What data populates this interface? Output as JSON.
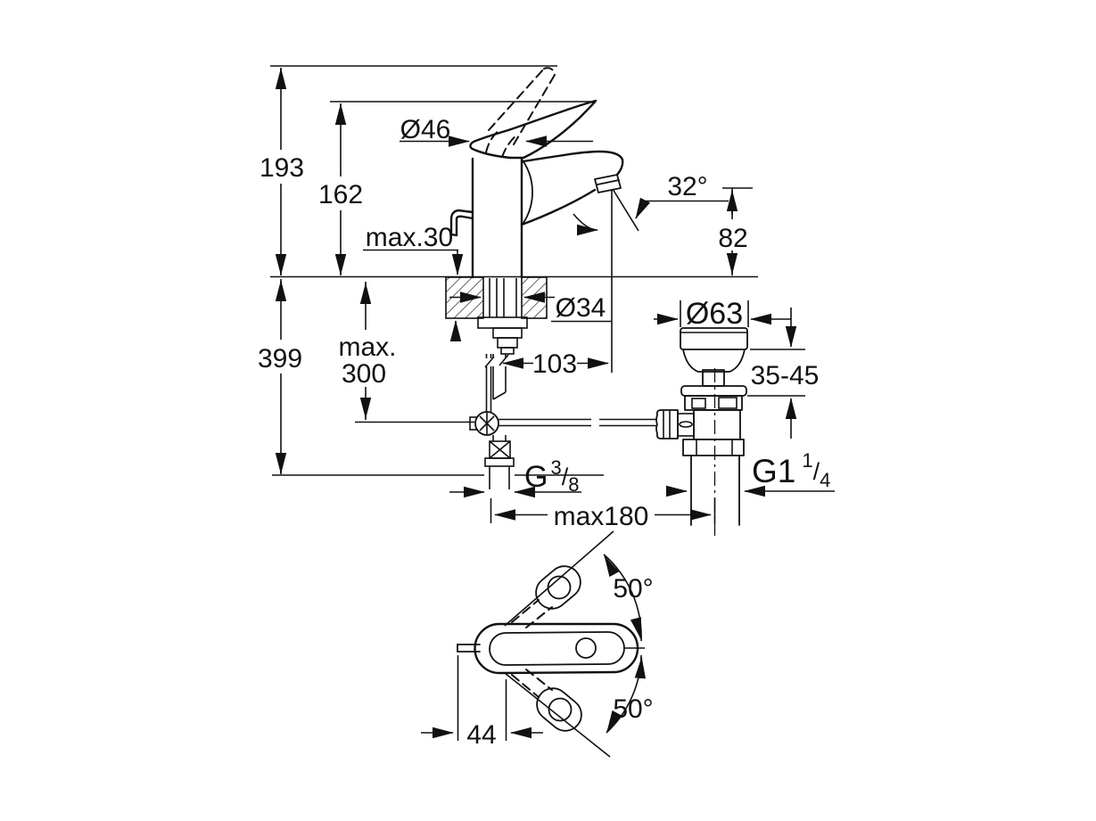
{
  "drawing_type": "faucet-installation-dimensional-drawing",
  "colors": {
    "line": "#111111",
    "background": "#ffffff"
  },
  "labels": {
    "height_overall": "193",
    "height_to_spout": "162",
    "body_diameter": "Ø46",
    "deck_thickness": "max.30",
    "stream_angle": "32°",
    "outlet_height": "82",
    "hole_diameter": "Ø34",
    "spout_reach": "103",
    "below_deck_total": "399",
    "rod_length_line1": "max.",
    "rod_length_line2": "300",
    "supply_thread_prefix": "G",
    "supply_thread_num": "3",
    "supply_thread_slash": "/",
    "supply_thread_den": "8",
    "hose_span": "max180",
    "waste_flange_diameter": "Ø63",
    "waste_clamp_range": "35-45",
    "waste_thread_prefix": "G1",
    "waste_thread_num": "1",
    "waste_thread_slash": "/",
    "waste_thread_den": "4",
    "swivel_up": "50°",
    "swivel_down": "50°",
    "lever_offset": "44"
  }
}
